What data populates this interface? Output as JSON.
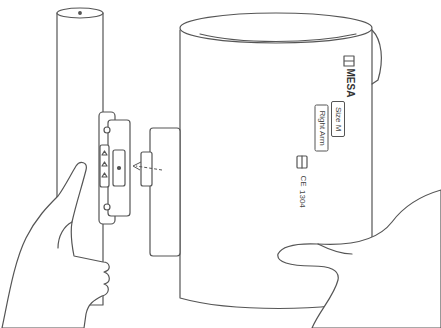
{
  "diagram": {
    "nodes": [
      {
        "text": [
          "Size M"
        ]
      },
      {
        "text": [
          "Right Arm"
        ]
      }
    ],
    "labels": [
      "MESA",
      "CE",
      "1304"
    ]
  }
}
